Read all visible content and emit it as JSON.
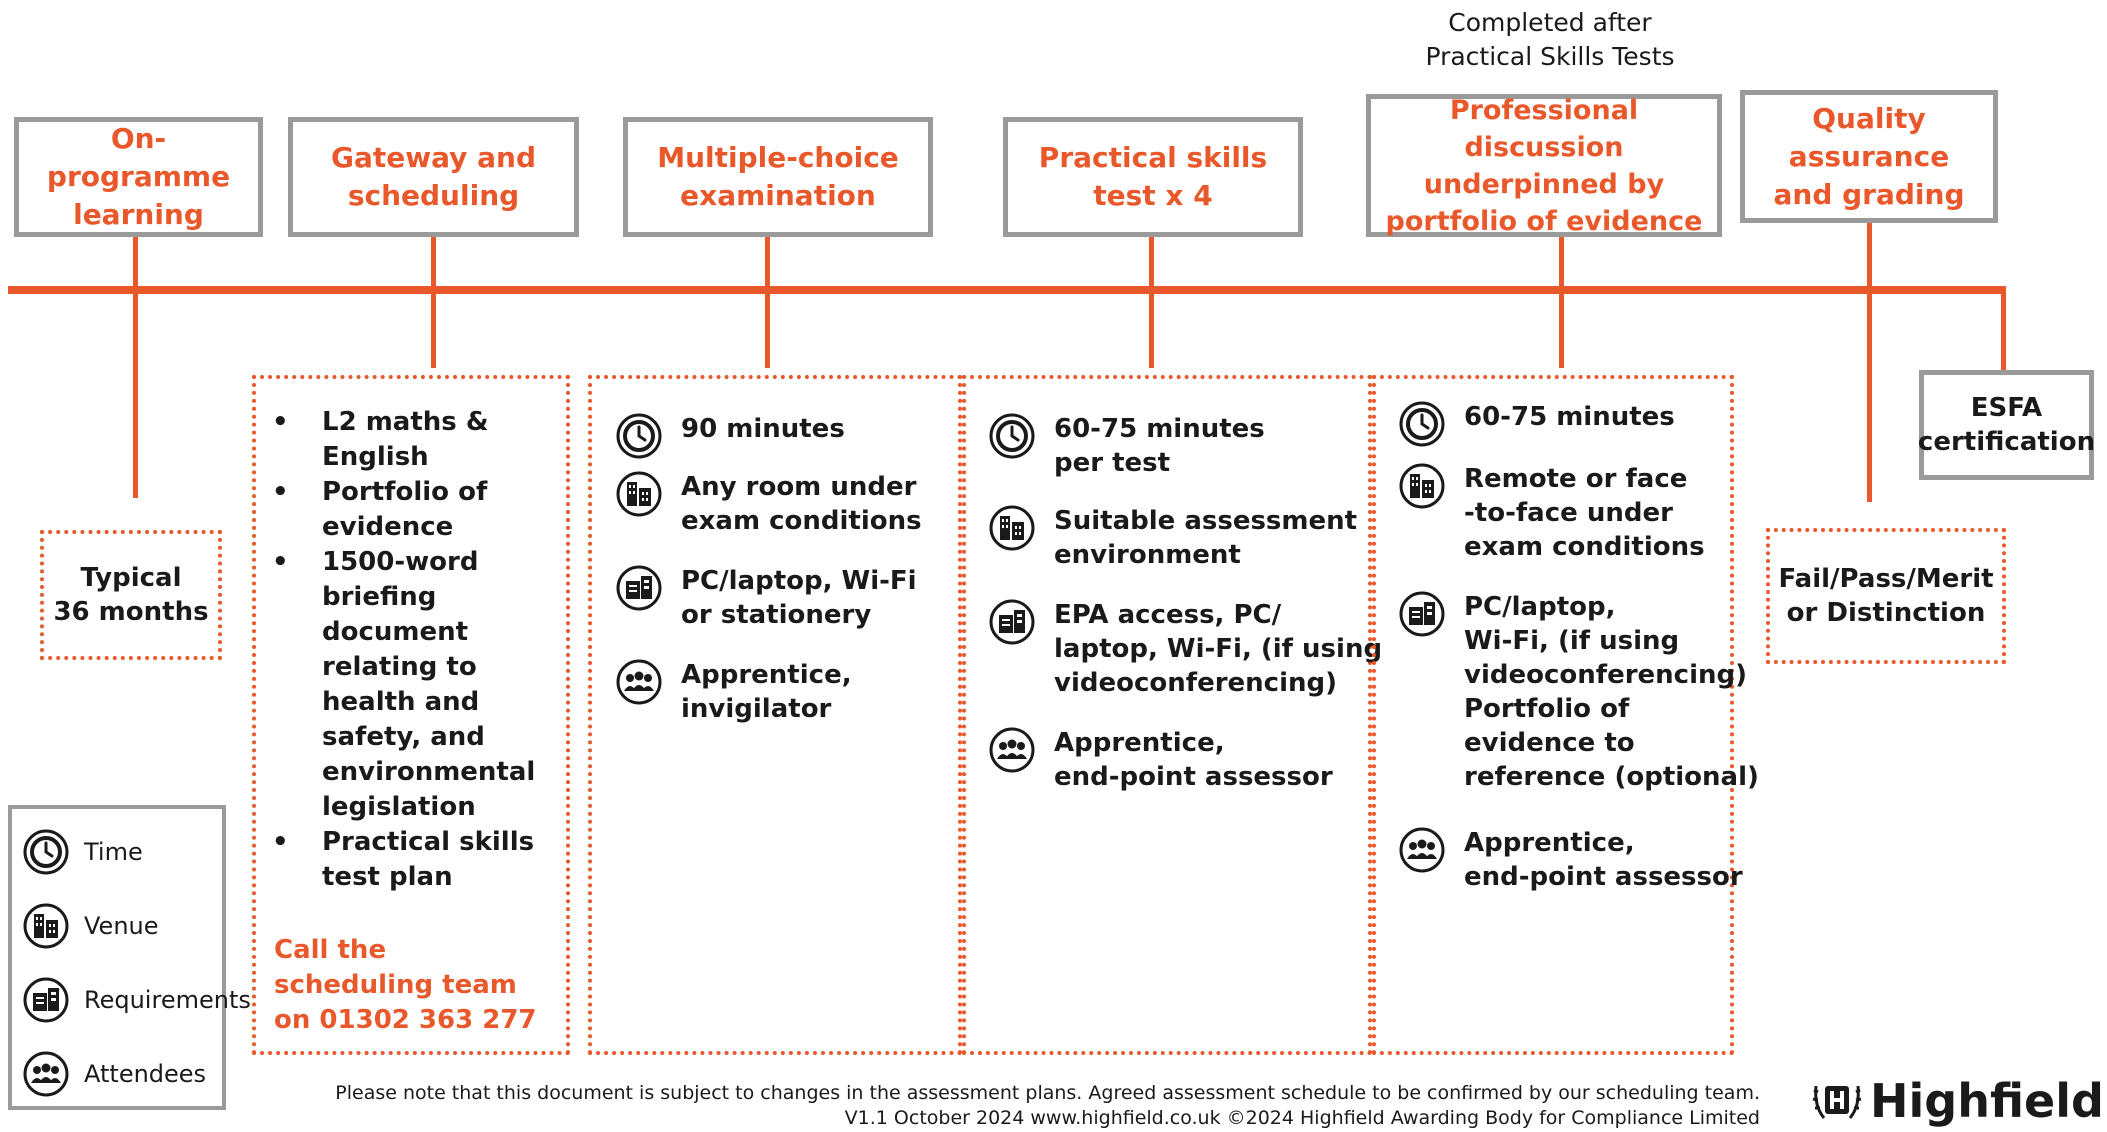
{
  "top_note": "Completed after\nPractical Skills Tests",
  "stages": [
    {
      "label": "On-programme\nlearning"
    },
    {
      "label": "Gateway and\nscheduling"
    },
    {
      "label": "Multiple-choice\nexamination"
    },
    {
      "label": "Practical skills\ntest x 4"
    },
    {
      "label": "Professional discussion\nunderpinned by\nportfolio of evidence"
    },
    {
      "label": "Quality\nassurance\nand grading"
    }
  ],
  "typical": "Typical\n36 months",
  "gateway": {
    "bullets": [
      "L2 maths &\nEnglish",
      "Portfolio of\nevidence",
      "1500-word\nbriefing\ndocument\nrelating to\nhealth and\nsafety, and\nenvironmental\nlegislation",
      "Practical skills\ntest plan"
    ],
    "call": "Call the\nscheduling team\non 01302 363 277"
  },
  "mcq": {
    "time": "90 minutes",
    "venue": "Any room under\nexam conditions",
    "requirements": "PC/laptop, Wi-Fi\nor stationery",
    "attendees": "Apprentice,\ninvigilator"
  },
  "practical": {
    "time": "60-75 minutes\nper test",
    "venue": "Suitable assessment\nenvironment",
    "requirements": "EPA access, PC/\nlaptop, Wi-Fi, (if using\nvideoconferencing)",
    "attendees": "Apprentice,\nend-point assessor"
  },
  "discussion": {
    "time": "60-75 minutes",
    "venue": "Remote or face\n-to-face under\nexam conditions",
    "requirements": "PC/laptop,\nWi-Fi, (if using\nvideoconferencing)\nPortfolio of\nevidence to\nreference (optional)",
    "attendees": "Apprentice,\nend-point assessor"
  },
  "grading": "Fail/Pass/Merit\nor Distinction",
  "esfa": "ESFA\ncertification",
  "legend": {
    "time": "Time",
    "venue": "Venue",
    "requirements": "Requirements",
    "attendees": "Attendees"
  },
  "footer_line1": "Please note that this document is subject to changes in the assessment plans.  Agreed assessment schedule to be confirmed by our scheduling team.",
  "footer_line2": "V1.1 October 2024  www.highfield.co.uk  ©2024 Highfield Awarding Body for Compliance Limited",
  "logo_text": "Highfield",
  "colors": {
    "accent": "#e8582a",
    "frame": "#9a9a9a",
    "text": "#1a1a1a"
  }
}
